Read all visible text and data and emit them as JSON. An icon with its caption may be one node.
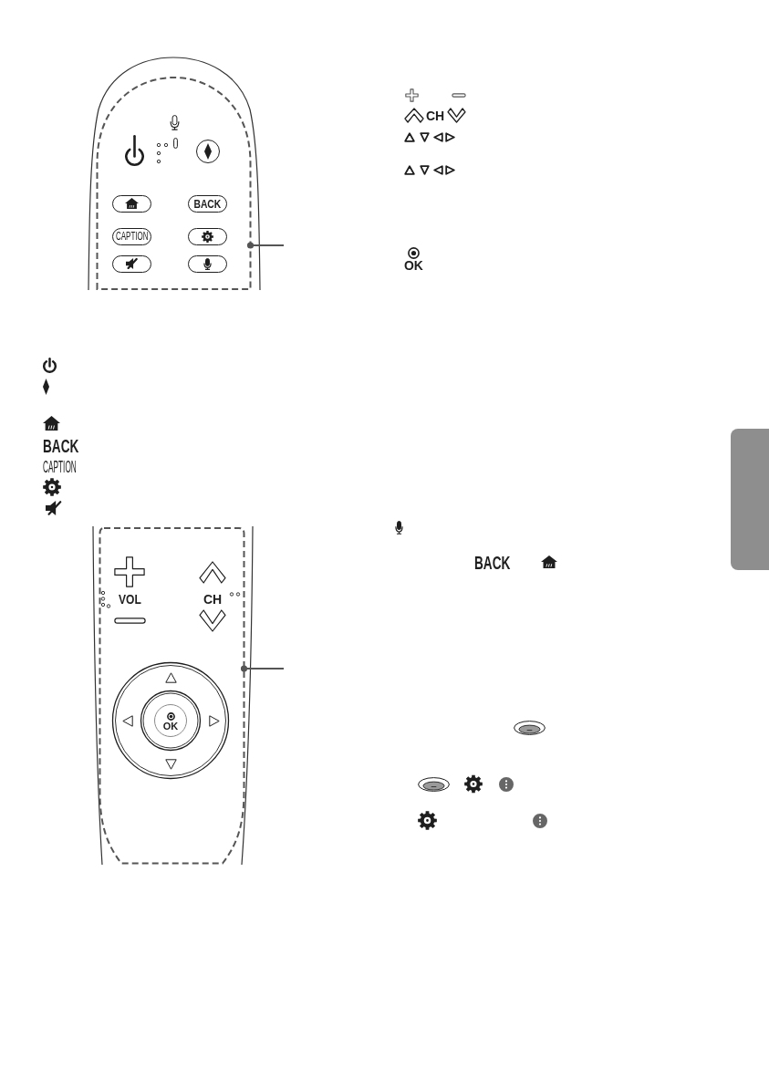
{
  "diagram": {
    "nodes": [
      {
        "text": [],
        "shape": "box"
      },
      {
        "text": [],
        "shape": "circle",
        "in": 0
      },
      {
        "text": [],
        "shape": "box",
        "in": 0
      },
      {
        "text": [
          "BACK"
        ],
        "in": 0
      },
      {
        "text": [
          "CAPTION"
        ],
        "in": 0
      },
      {
        "text": [],
        "shape": "box",
        "in": 0
      },
      {
        "text": [],
        "shape": "box",
        "in": 0
      },
      {
        "text": [],
        "shape": "box",
        "in": 0
      },
      {
        "text": [],
        "shape": "box"
      },
      {
        "text": [
          "OK"
        ],
        "in": 8
      },
      {
        "text": [],
        "shape": "box"
      }
    ],
    "edges": [
      {
        "from": null,
        "to": 0,
        "arrow": "other"
      },
      {
        "from": null,
        "to": 8,
        "arrow": "other"
      }
    ],
    "labels": [
      "BACK",
      "CAPTION",
      "VOL",
      "CH",
      "CH",
      "OK",
      "BACK"
    ]
  }
}
